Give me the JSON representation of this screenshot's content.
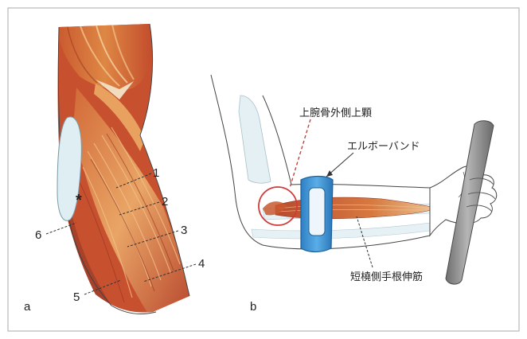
{
  "colors": {
    "frame": "#b8b8b8",
    "muscle_dark": "#b8472e",
    "muscle_mid": "#d9793e",
    "muscle_light": "#eab074",
    "tendon": "#f1dfc8",
    "bone": "#dfeef3",
    "skin_outline": "#333333",
    "band_blue": "#3f96d6",
    "band_dark": "#1e5f9a",
    "highlight_red": "#d23a3a",
    "grip_gray": "#8c8c8c"
  },
  "panel_a": {
    "label": "a",
    "asterisk": "*",
    "numbers": [
      "1",
      "2",
      "3",
      "4",
      "5",
      "6"
    ]
  },
  "panel_b": {
    "label": "b",
    "annotations": {
      "epicondyle": "上腕骨外側上顆",
      "band": "エルボーバンド",
      "muscle": "短橈側手根伸筋"
    }
  }
}
